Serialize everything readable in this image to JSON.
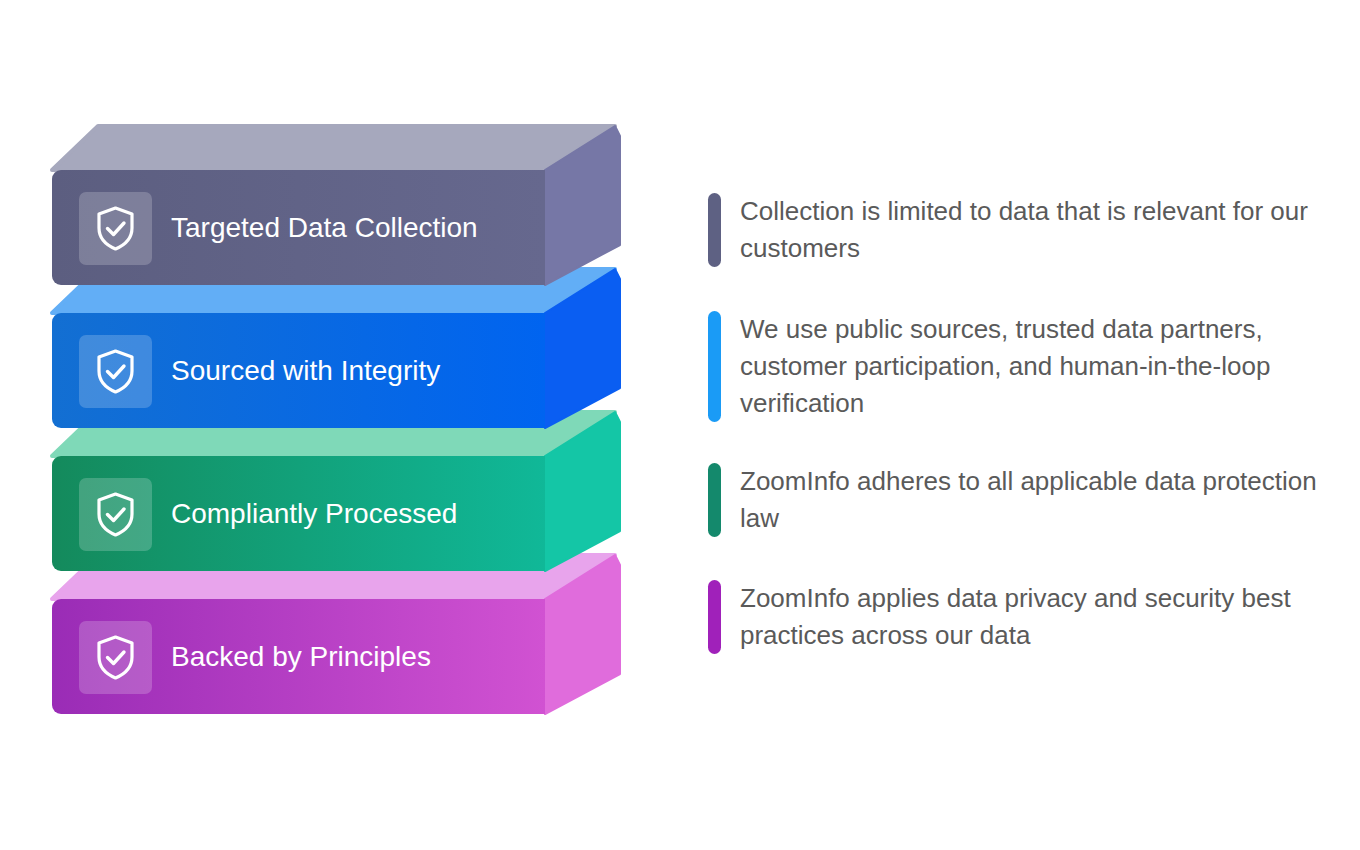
{
  "diagram": {
    "nodes": [
      {
        "text": [
          "Targeted Data Collection"
        ]
      },
      {
        "text": [
          "Sourced with Integrity"
        ]
      },
      {
        "text": [
          "Compliantly Processed"
        ]
      },
      {
        "text": [
          "Backed by Principles"
        ]
      }
    ],
    "labels": [
      "Collection is limited to data that is relevant for our customers",
      "We use public sources, trusted data partners, customer participation, and human-in-the-loop verification",
      "ZoomInfo adheres to all applicable data protection law",
      "ZoomInfo applies data privacy and security best practices across our data"
    ]
  }
}
